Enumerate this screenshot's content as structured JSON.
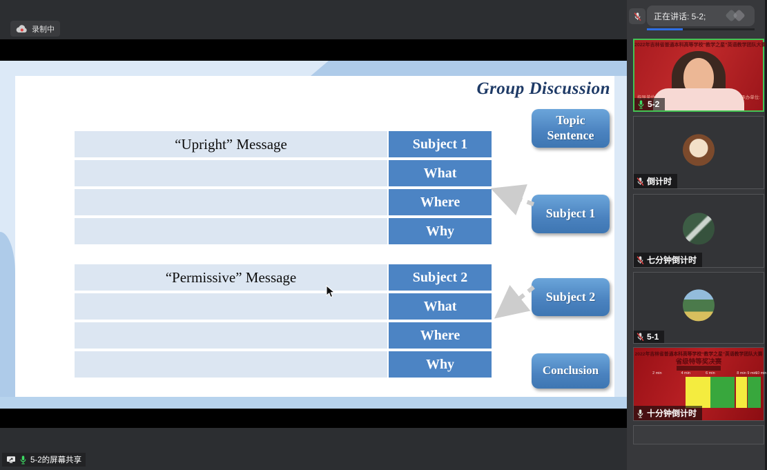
{
  "chrome": {
    "recording_label": "录制中",
    "speaking_label": "正在讲话: 5-2;",
    "share_label": "5-2的屏幕共享"
  },
  "slide": {
    "title": "Group Discussion",
    "buttons": {
      "topic_line1": "Topic",
      "topic_line2": "Sentence",
      "subject1": "Subject 1",
      "subject2": "Subject 2",
      "conclusion": "Conclusion"
    },
    "table1": {
      "title": "“Upright” Message",
      "header": "Subject 1",
      "rows": [
        "What",
        "Where",
        "Why"
      ]
    },
    "table2": {
      "title": "“Permissive” Message",
      "header": "Subject 2",
      "rows": [
        "What",
        "Where",
        "Why"
      ]
    }
  },
  "participants": [
    {
      "name": "5-2",
      "muted": false,
      "banner": "2022年吉林省普通本科高等学校“教学之星”英语教学团队大赛",
      "corner_left": "指导单位:",
      "corner_right": "承办单位:"
    },
    {
      "name": "倒计时",
      "muted": true
    },
    {
      "name": "七分钟倒计时",
      "muted": true
    },
    {
      "name": "5-1",
      "muted": true
    },
    {
      "name": "十分钟倒计时",
      "muted": false,
      "banner_line1": "2022年吉林省普通本科高等学校“教学之星”英语教学团队大赛",
      "banner_line2": "省级特等奖决赛",
      "ticks": [
        "2 min",
        "4 min",
        "6 min",
        "8 min",
        "9 min",
        "10 min"
      ]
    }
  ],
  "colors": {
    "table_blue": "#4c84c4",
    "table_light": "#dce6f2",
    "title_navy": "#1e3a66",
    "button_blue": "#4a82bf",
    "speaking_green": "#43c554",
    "muted_red": "#e04343",
    "volume_blue": "#2f6fe4",
    "slide_bg": "#dce9f7",
    "banner_red": "#b71f23"
  }
}
